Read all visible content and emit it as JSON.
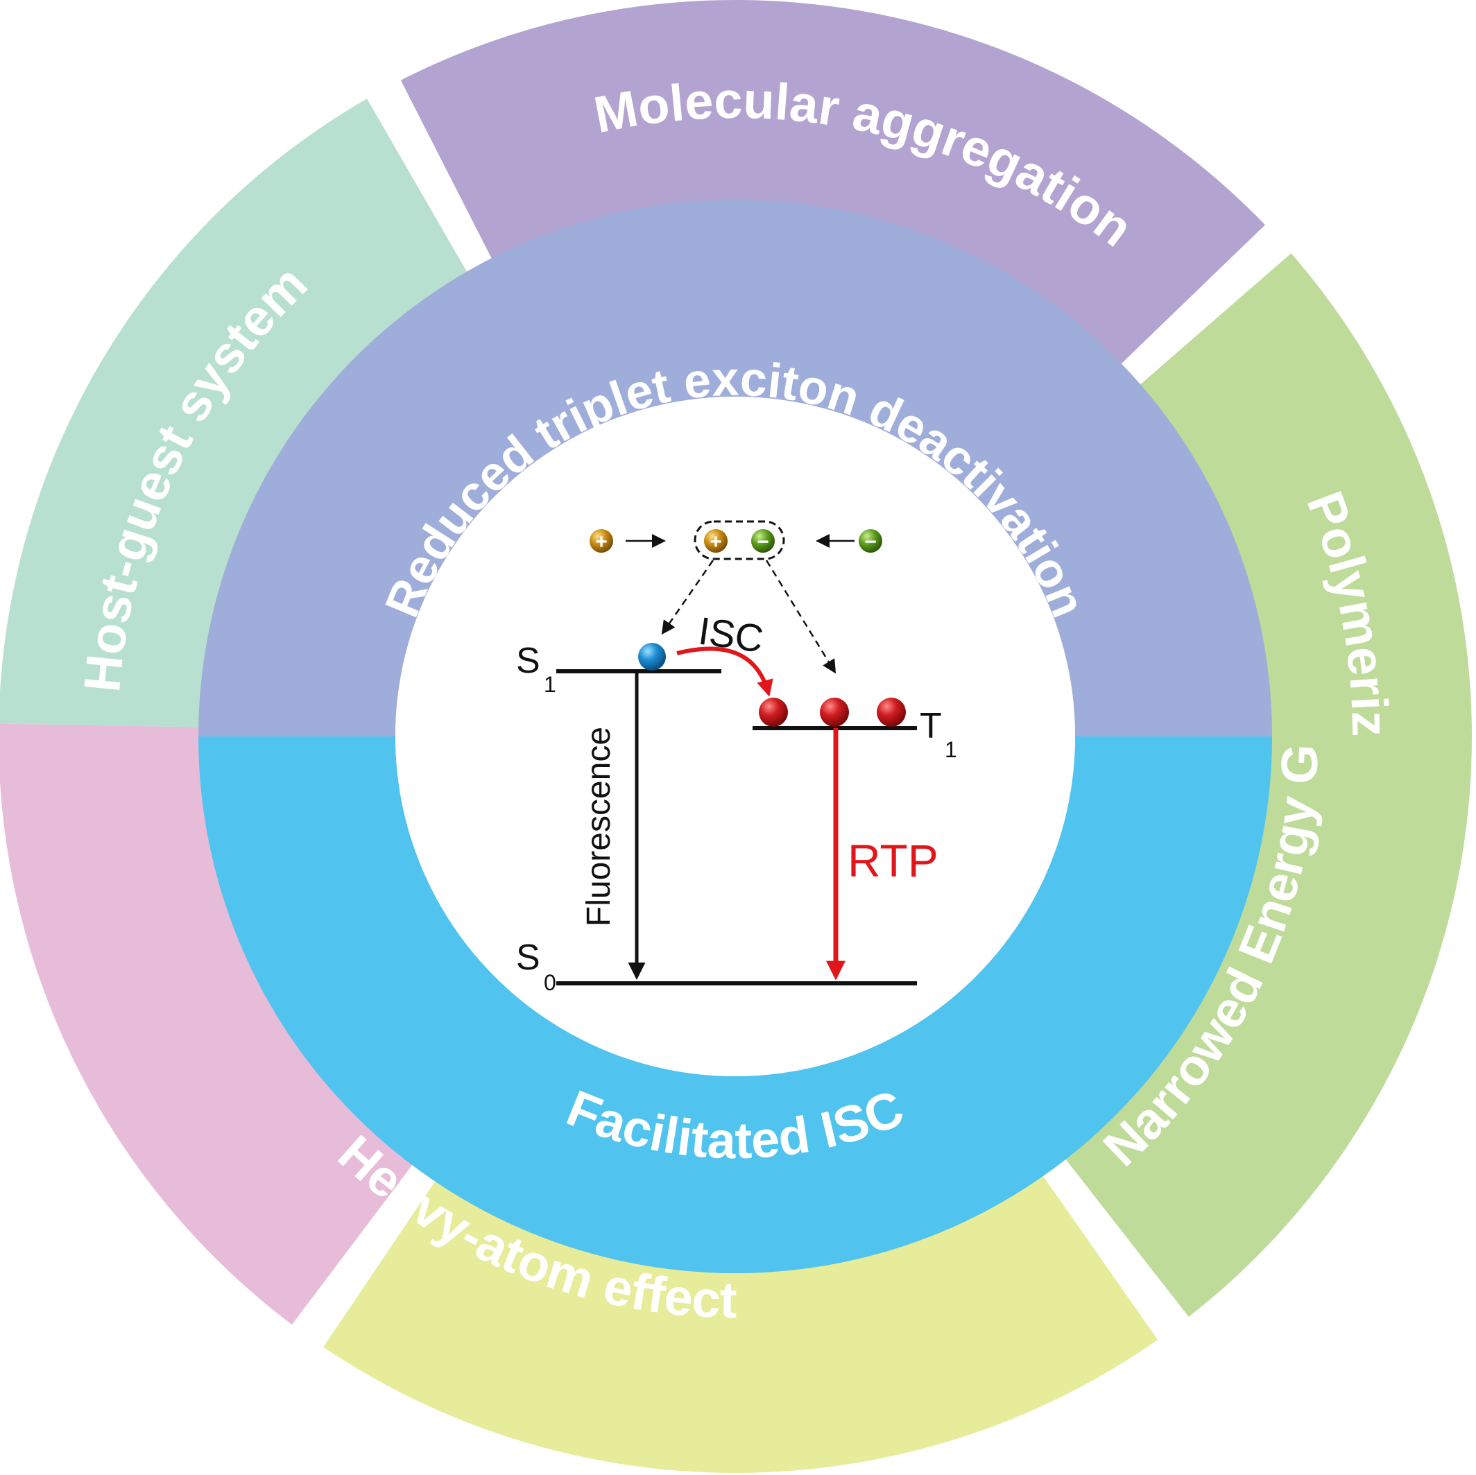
{
  "outer_ring": {
    "segments": [
      {
        "label": "Molecular aggregation",
        "color": "#b3a3d0"
      },
      {
        "label": "Polymerization",
        "color": "#bedb9a"
      },
      {
        "label": "Heavy-atom effect",
        "color": "#e7ec9a"
      },
      {
        "label": "Narrowed Energy Gap",
        "color": "#e7bcd8"
      },
      {
        "label": "Host-guest system",
        "color": "#b8e0d1"
      }
    ]
  },
  "inner_ring": {
    "top": {
      "label": "Reduced triplet exciton deactivation",
      "color": "#9fadda"
    },
    "bottom": {
      "label": "Facilitated ISC",
      "color": "#50c3ee"
    }
  },
  "jablonski": {
    "s1_base": "S",
    "s1_sub": "1",
    "s0_base": "S",
    "s0_sub": "0",
    "t1_base": "T",
    "t1_sub": "1",
    "isc_label": "ISC",
    "fluorescence_label": "Fluorescence",
    "rtp_label": "RTP",
    "plus_sign": "+",
    "minus_sign": "−",
    "colors": {
      "singlet_ball": "#1f8fd6",
      "triplet_ball": "#c81518",
      "cation": "#c98a12",
      "anion": "#5c9c1e",
      "isc_arrow": "#e0161b",
      "rtp_arrow": "#e0161b",
      "lines": "#111111"
    }
  }
}
